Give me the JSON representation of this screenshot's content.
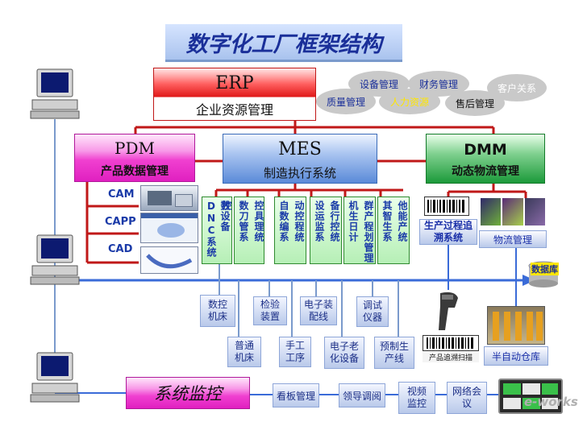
{
  "title": "数字化工厂框架结构",
  "erp": {
    "name": "ERP",
    "subtitle": "企业资源管理"
  },
  "erp_bubbles": [
    "设备管理",
    "财务管理",
    "客户关系",
    "质量管理",
    "人力资源",
    "售后管理"
  ],
  "pdm": {
    "name": "PDM",
    "subtitle": "产品数据管理"
  },
  "mes": {
    "name": "MES",
    "subtitle": "制造执行系统"
  },
  "dmm": {
    "name": "DMM",
    "subtitle": "动态物流管理"
  },
  "pdm_tools": [
    "CAM",
    "CAPP",
    "CAD"
  ],
  "mes_modules": [
    {
      "col1": "数设备DNC系统",
      "col2": "控"
    },
    {
      "col1": "数刀管系",
      "col2": "控具理统"
    },
    {
      "col1": "自数编系",
      "col2": "动控程统"
    },
    {
      "col1": "设运监系",
      "col2": "备行控统"
    },
    {
      "col1": "机生日计",
      "col2": "群产程划管理"
    },
    {
      "col1": "其智生系",
      "col2": "他能产统"
    }
  ],
  "dmm_items": [
    "生产过程追溯系统",
    "物流管理"
  ],
  "database": "数据库",
  "shop_top": [
    "数控机床",
    "检验装置",
    "电子装配线",
    "调试仪器"
  ],
  "shop_bottom": [
    "普通机床",
    "手工工序",
    "电子老化设备",
    "预制生产线"
  ],
  "scanner_caption": "产品追溯扫描",
  "warehouse_caption": "半自动仓库",
  "monitor": {
    "label": "系统监控",
    "items": [
      "看板管理",
      "领导调阅",
      "视频监控",
      "网络会议"
    ]
  },
  "watermark": "e-works",
  "colors": {
    "erp_red": "#e01818",
    "pdm_pink": "#f040d0",
    "mes_blue": "#5a8ad8",
    "dmm_green": "#1c9a3a",
    "bus_blue": "#3a6bd8",
    "link_red": "#c01818"
  }
}
